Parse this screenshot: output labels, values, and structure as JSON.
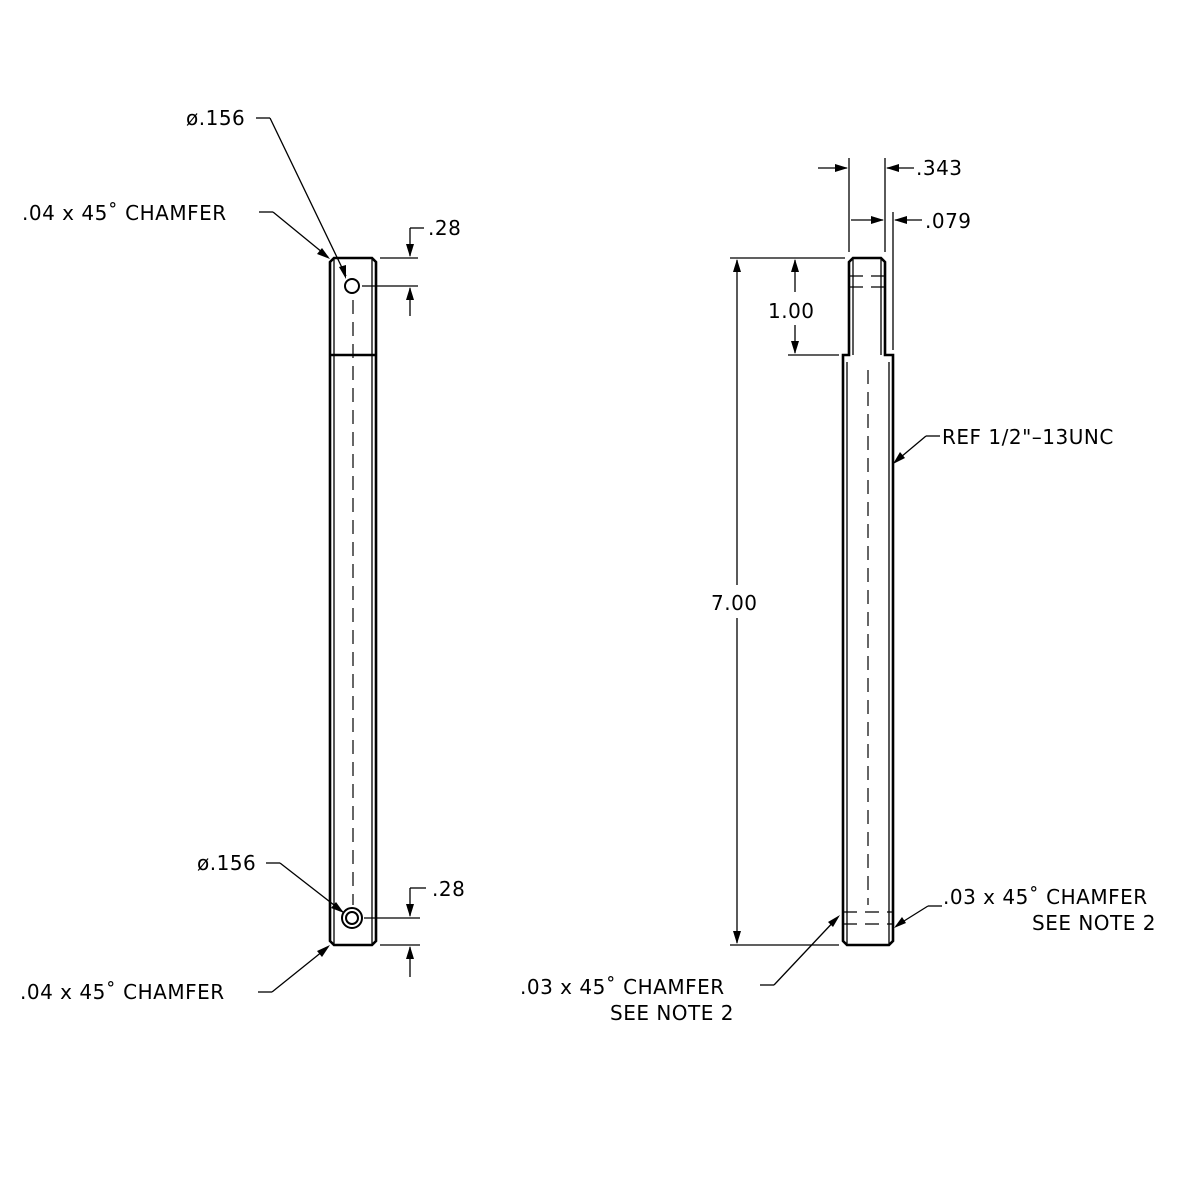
{
  "left_view": {
    "top_hole_dia": "ø.156",
    "top_chamfer": ".04  x  45˚  CHAMFER",
    "top_hole_offset": ".28",
    "bottom_hole_dia": "ø.156",
    "bottom_hole_offset": ".28",
    "bottom_chamfer": ".04  x  45˚  CHAMFER"
  },
  "right_view": {
    "width_overall": ".343",
    "step_depth": ".079",
    "step_length": "1.00",
    "overall_length": "7.00",
    "thread_ref": "REF  1/2\"–13UNC",
    "chamfer_right_line1": ".03  x  45˚  CHAMFER",
    "chamfer_right_line2": "SEE  NOTE  2",
    "chamfer_left_line1": ".03  x  45˚  CHAMFER",
    "chamfer_left_line2": "SEE  NOTE  2"
  }
}
